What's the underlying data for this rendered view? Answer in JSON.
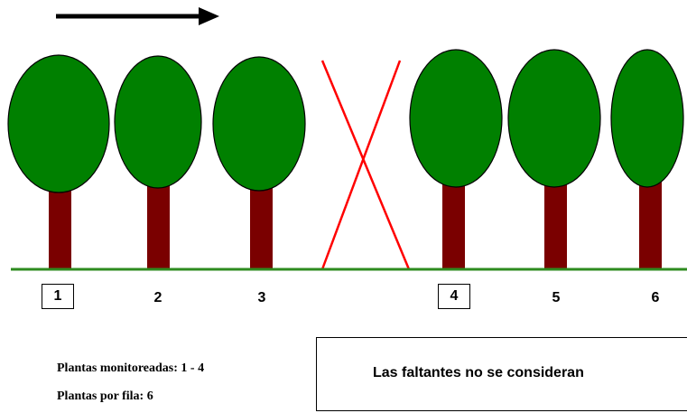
{
  "colors": {
    "foliage": "#008000",
    "trunk": "#7a0000",
    "ground": "#2e8b1f",
    "cross": "#ff0000",
    "arrow": "#000000"
  },
  "icons": {
    "direction": "arrow-right-icon",
    "missing_plant": "x-cross-icon"
  },
  "plant_labels": [
    "1",
    "2",
    "3",
    "4",
    "5",
    "6"
  ],
  "notes": {
    "monitored": "Plantas monitoreadas: 1 - 4",
    "per_row": "Plantas por fila: 6"
  },
  "callout": {
    "text": "Las faltantes no se consideran"
  }
}
